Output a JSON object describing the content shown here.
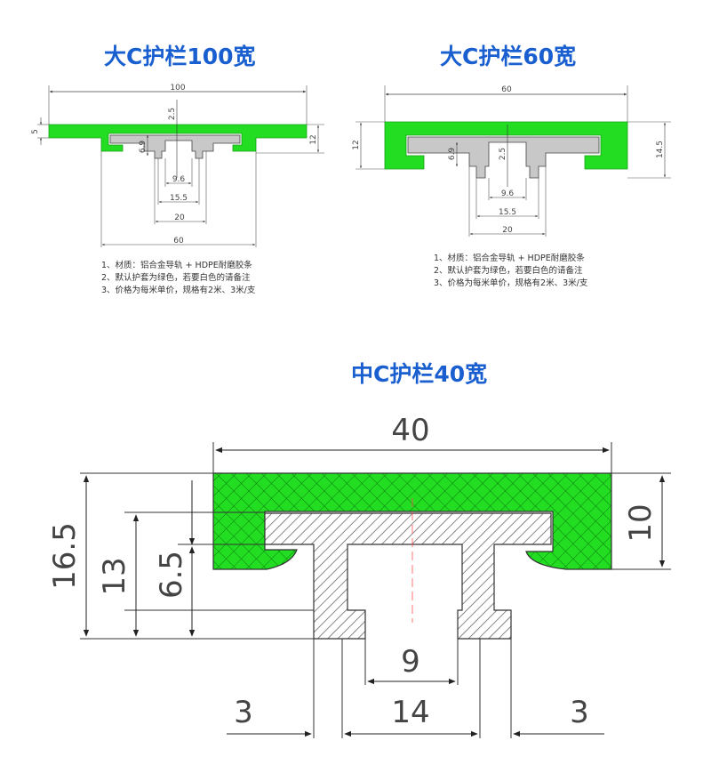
{
  "titles": {
    "top_left": "大C护栏100宽",
    "top_right": "大C护栏60宽",
    "bottom": "中C护栏40宽"
  },
  "diagram1": {
    "dims": {
      "overall_width": "100",
      "thickness": "5",
      "height": "12",
      "top": "2.5",
      "slot_depth": "6.9",
      "slot_9_6": "9.6",
      "slot_15_5": "15.5",
      "slot_20": "20",
      "base_60": "60"
    },
    "notes": [
      "1、材质：铝合金导轨 + HDPE耐磨胶条",
      "2、默认护套为绿色，若要白色的请备注",
      "3、价格为每米单价，规格有2米、3米/支"
    ]
  },
  "diagram2": {
    "dims": {
      "overall_width": "60",
      "left_height": "12",
      "right_height": "14.5",
      "slot_depth": "6.9",
      "top": "2.5",
      "slot_9_6": "9.6",
      "slot_15_5": "15.5",
      "slot_20": "20"
    },
    "notes": [
      "1、材质：铝合金导轨 + HDPE耐磨胶条",
      "2、默认护套为绿色，若要白色的请备注",
      "3、价格为每米单价，规格有2米、3米/支"
    ]
  },
  "diagram3": {
    "dims": {
      "overall_width": "40",
      "height_16_5": "16.5",
      "height_13": "13",
      "height_6_5": "6.5",
      "right_10": "10",
      "slot_9": "9",
      "left_3": "3",
      "mid_14": "14",
      "right_3": "3"
    }
  },
  "colors": {
    "title": "#1a5fd0",
    "green": "#22dd22",
    "gray": "#c8c8c8"
  }
}
